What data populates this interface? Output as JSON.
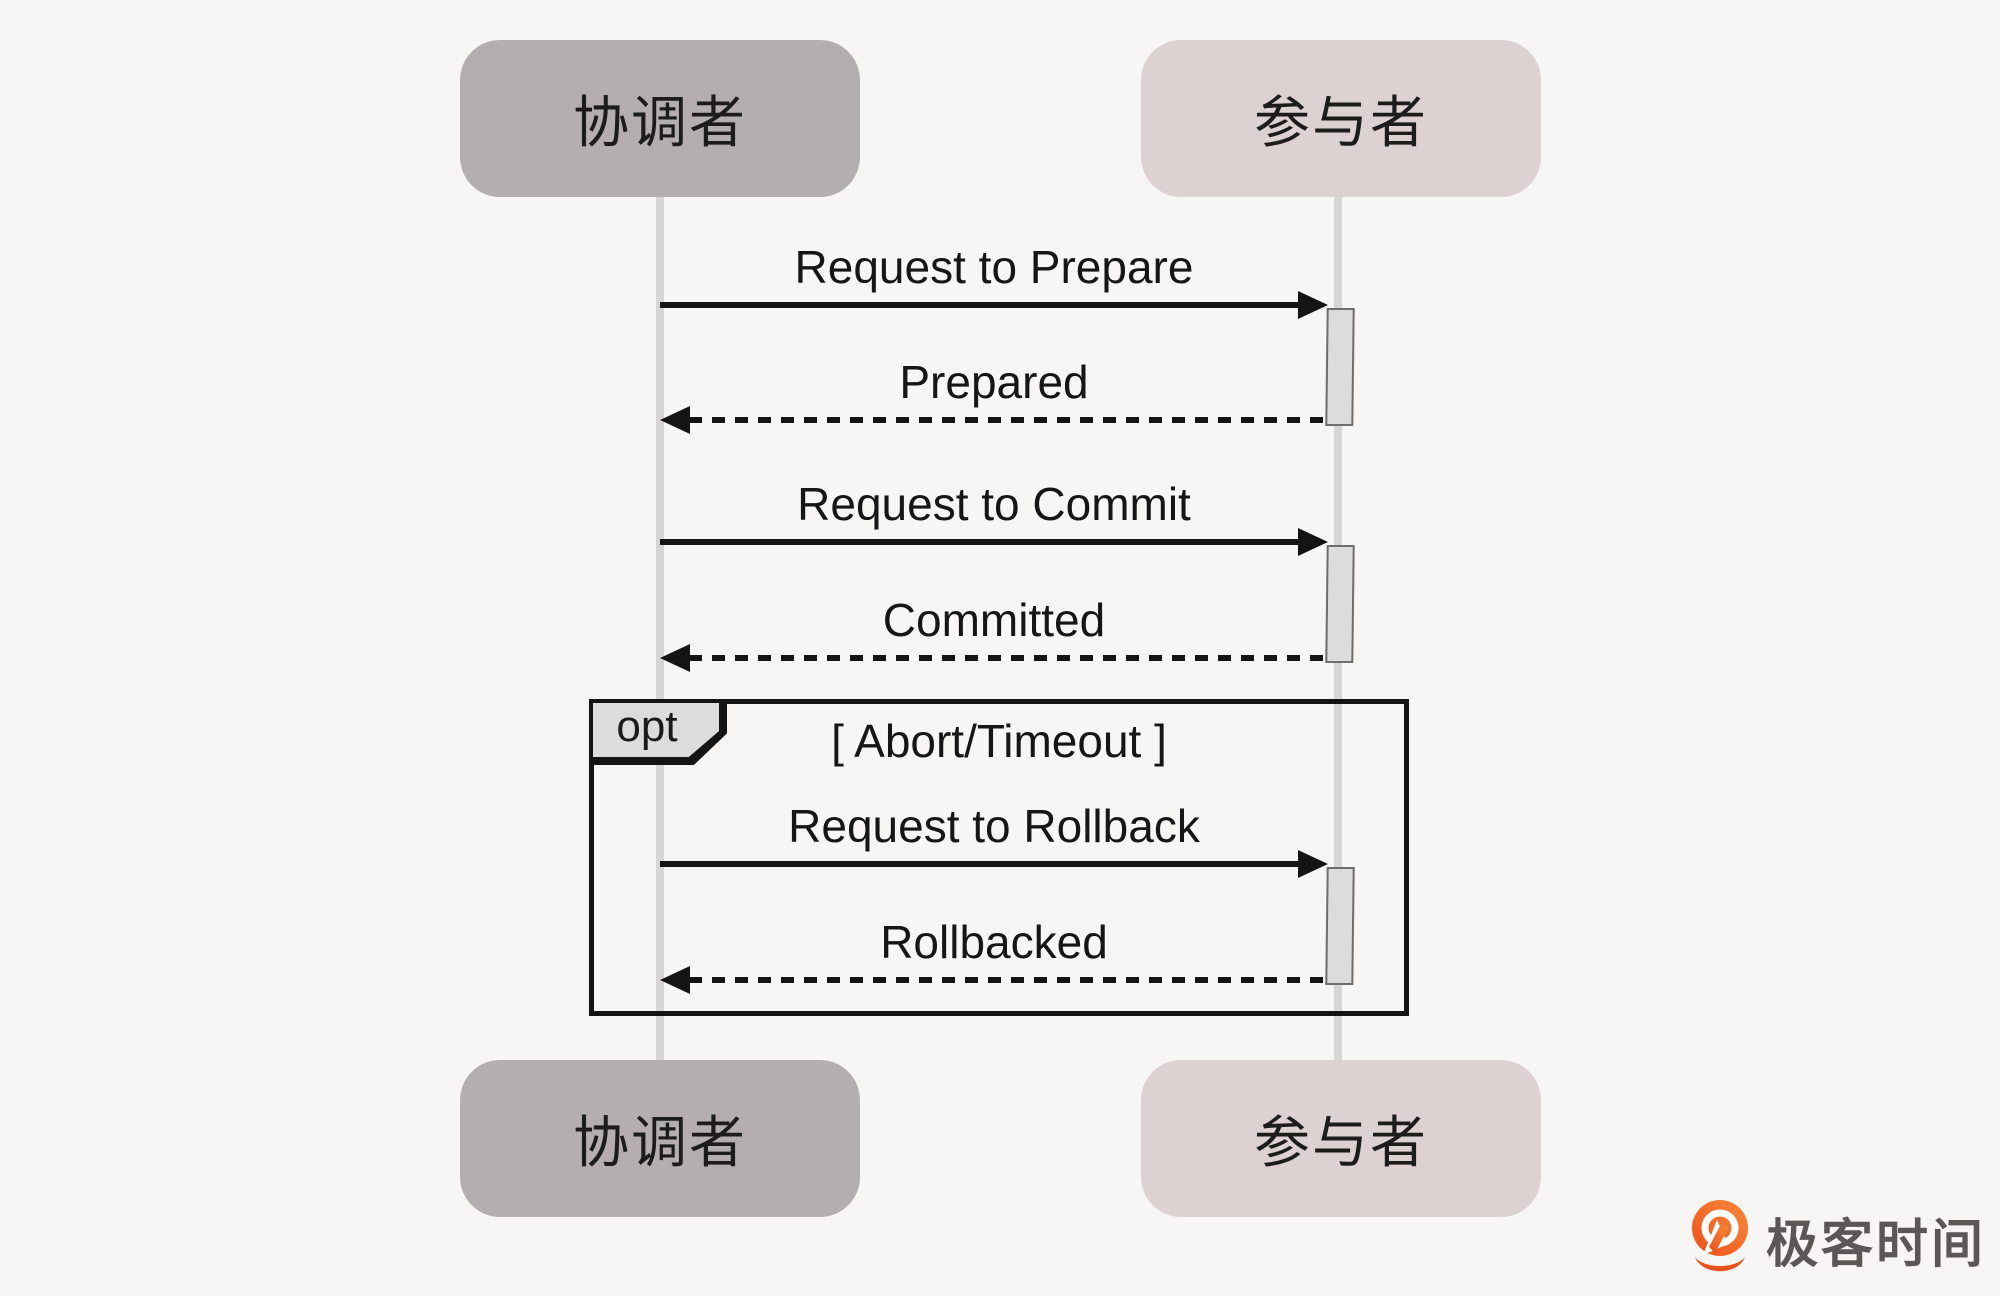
{
  "background_color": "#f8f6f5",
  "actors": {
    "coordinator": {
      "label": "协调者",
      "fill": "#b5aeb0"
    },
    "participant": {
      "label": "参与者",
      "fill": "#ddd2d2"
    }
  },
  "messages": [
    {
      "label": "Request to Prepare",
      "type": "solid",
      "from": "coordinator",
      "to": "participant"
    },
    {
      "label": "Prepared",
      "type": "dashed",
      "from": "participant",
      "to": "coordinator"
    },
    {
      "label": "Request to Commit",
      "type": "solid",
      "from": "coordinator",
      "to": "participant"
    },
    {
      "label": "Committed",
      "type": "dashed",
      "from": "participant",
      "to": "coordinator"
    },
    {
      "label": "Request to Rollback",
      "type": "solid",
      "from": "coordinator",
      "to": "participant"
    },
    {
      "label": "Rollbacked",
      "type": "dashed",
      "from": "participant",
      "to": "coordinator"
    }
  ],
  "fragment": {
    "operator": "opt",
    "guard": "[ Abort/Timeout ]"
  },
  "branding": {
    "logo_text": "极客时间",
    "logo_orange": "#f0591f",
    "logo_text_color": "#5b5755"
  },
  "colors": {
    "lifeline": "#d8d5d5",
    "activation_fill": "#dcdcdc",
    "activation_border": "#6e6e6e",
    "frame_border": "#141414",
    "message_color": "#141414"
  }
}
